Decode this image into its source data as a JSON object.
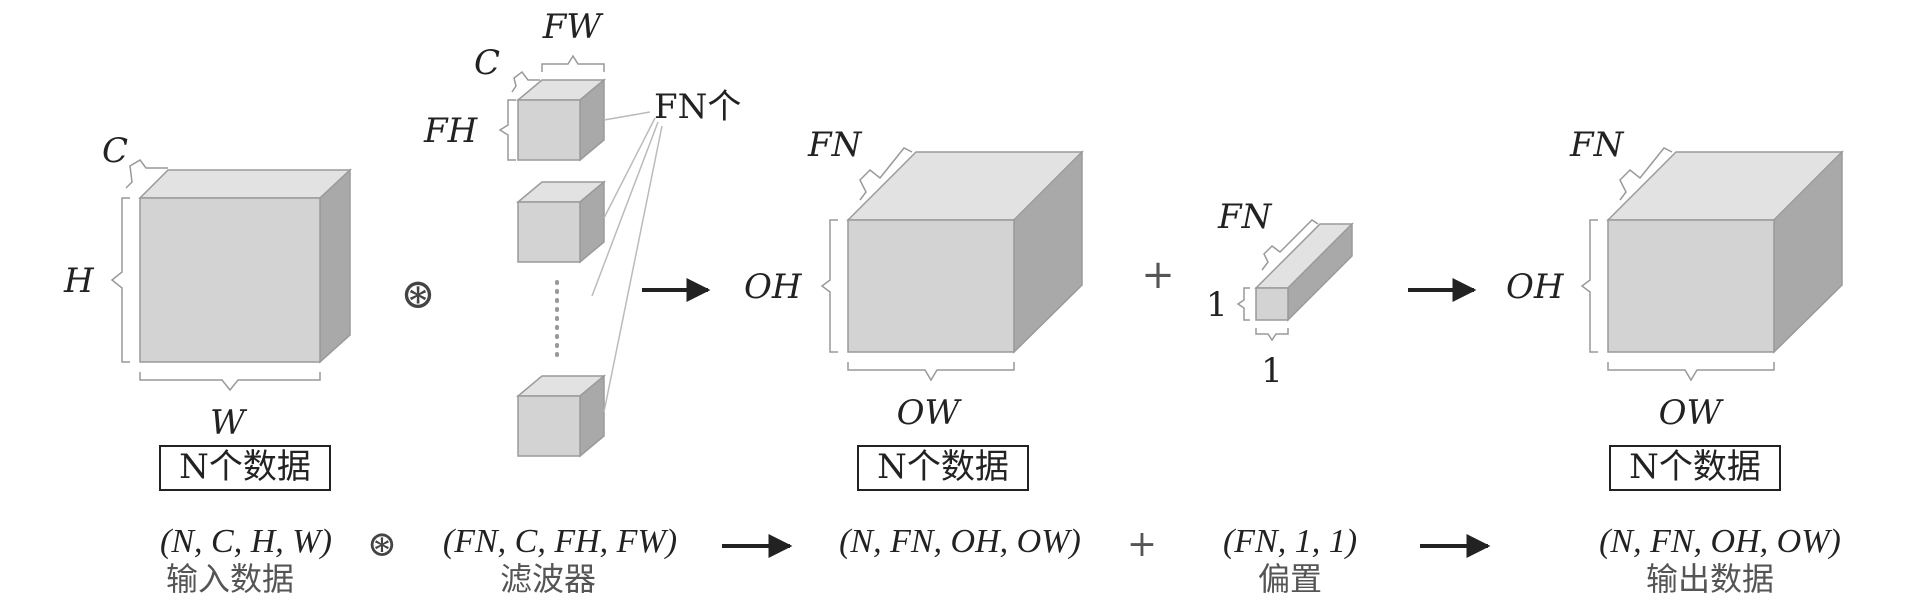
{
  "input": {
    "dims": {
      "channels": "C",
      "height": "H",
      "width": "W"
    },
    "batch_label": "N个数据",
    "shape": "(N, C, H, W)",
    "caption": "输入数据"
  },
  "filter": {
    "dims": {
      "channels": "C",
      "height": "FH",
      "width": "FW"
    },
    "count_label": "FN个",
    "shape": "(FN, C, FH, FW)",
    "caption": "滤波器"
  },
  "conv_output": {
    "dims": {
      "channels": "FN",
      "height": "OH",
      "width": "OW"
    },
    "batch_label": "N个数据",
    "shape": "(N, FN, OH, OW)"
  },
  "bias": {
    "dims": {
      "channels": "FN",
      "height": "1",
      "width": "1"
    },
    "shape": "(FN, 1, 1)",
    "caption": "偏置"
  },
  "final_output": {
    "dims": {
      "channels": "FN",
      "height": "OH",
      "width": "OW"
    },
    "batch_label": "N个数据",
    "shape": "(N, FN, OH, OW)",
    "caption": "输出数据"
  },
  "operators": {
    "conv": "⊛",
    "plus": "+"
  },
  "colors": {
    "front": "#d3d3d3",
    "top": "#e2e2e2",
    "side": "#a9a9a9",
    "edge": "#9a9a9a",
    "arrow": "#222222",
    "text": "#222222",
    "caption": "#555555"
  }
}
